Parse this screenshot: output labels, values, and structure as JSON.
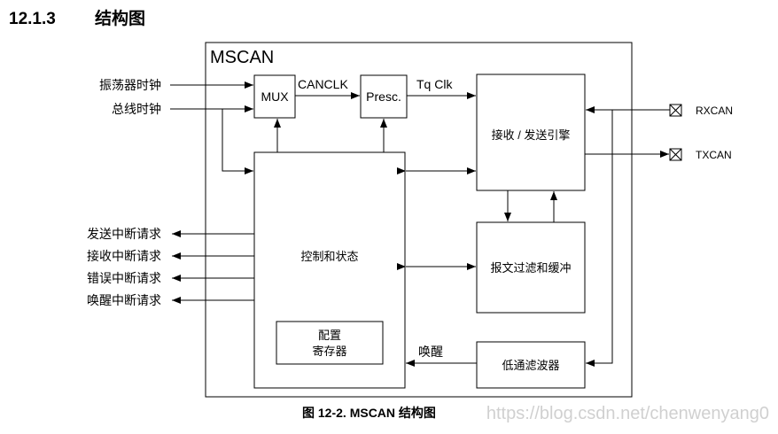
{
  "header": {
    "number": "12.1.3",
    "title": "结构图"
  },
  "container": {
    "title": "MSCAN"
  },
  "inputs": {
    "osc_clock": "振荡器时钟",
    "bus_clock": "总线时钟"
  },
  "blocks": {
    "mux": "MUX",
    "presc": "Presc.",
    "engine": "接收 / 发送引擎",
    "control": "控制和状态",
    "filter": "报文过滤和缓冲",
    "lpf": "低通滤波器",
    "config_line1": "配置",
    "config_line2": "寄存器"
  },
  "signals": {
    "canclk": "CANCLK",
    "tq_clk": "Tq Clk",
    "wakeup": "唤醒"
  },
  "pins": {
    "rx": "RXCAN",
    "tx": "TXCAN"
  },
  "interrupts": [
    "发送中断请求",
    "接收中断请求",
    "错误中断请求",
    "唤醒中断请求"
  ],
  "caption": "图 12-2. MSCAN 结构图",
  "watermark": "https://blog.csdn.net/chenwenyang0"
}
